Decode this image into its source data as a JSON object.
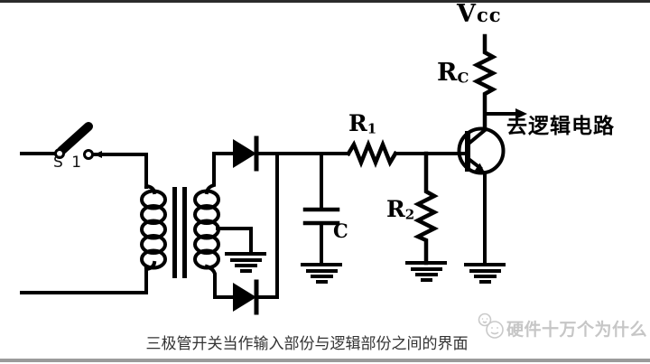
{
  "colors": {
    "line": "#000000",
    "caption": "#333333",
    "watermark": "#c6c6c6",
    "top_bar": "#2b2b2b",
    "bottom_bar": "#9b9b9b",
    "background": "#ffffff"
  },
  "components": {
    "switch_s1": {
      "label": "S 1"
    },
    "vcc": {
      "base": "V",
      "sub": "cc"
    },
    "resistor_rc": {
      "base": "R",
      "sub": "C"
    },
    "resistor_r1": {
      "base": "R",
      "sub": "1"
    },
    "resistor_r2": {
      "base": "R",
      "sub": "2"
    },
    "capacitor_c": {
      "label": "C"
    },
    "output": {
      "label": "去逻辑电路"
    }
  },
  "caption": "三极管开关当作输入部份与逻辑部份之间的界面",
  "watermark": {
    "text": "硬件十万个为什么",
    "logo": "smiley-faces-logo"
  },
  "icons": {
    "output_arrow": "right-arrow",
    "ground": "earth-ground-symbol",
    "switch_blade": "spst-switch"
  }
}
